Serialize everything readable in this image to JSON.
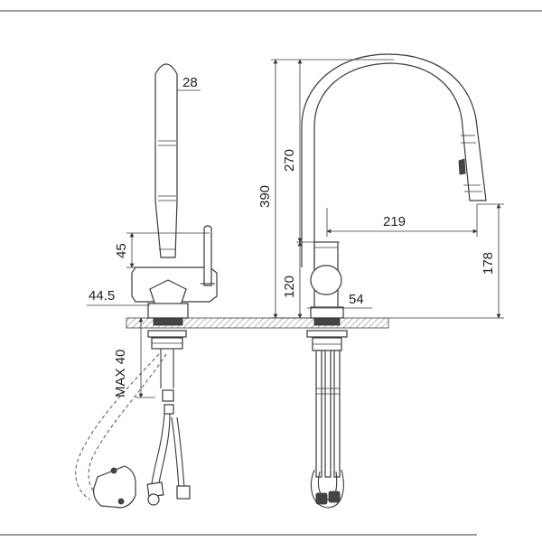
{
  "dimensions": {
    "spout_diameter": "28",
    "handle_height": "45",
    "base_height": "44.5",
    "max_counter_thickness": "MAX 40",
    "total_height": "390",
    "spout_height": "270",
    "body_height": "120",
    "spout_reach": "219",
    "outlet_height": "178",
    "base_diameter": "54"
  },
  "colors": {
    "line": "#3a3a3a",
    "text": "#222222",
    "background": "#ffffff"
  }
}
